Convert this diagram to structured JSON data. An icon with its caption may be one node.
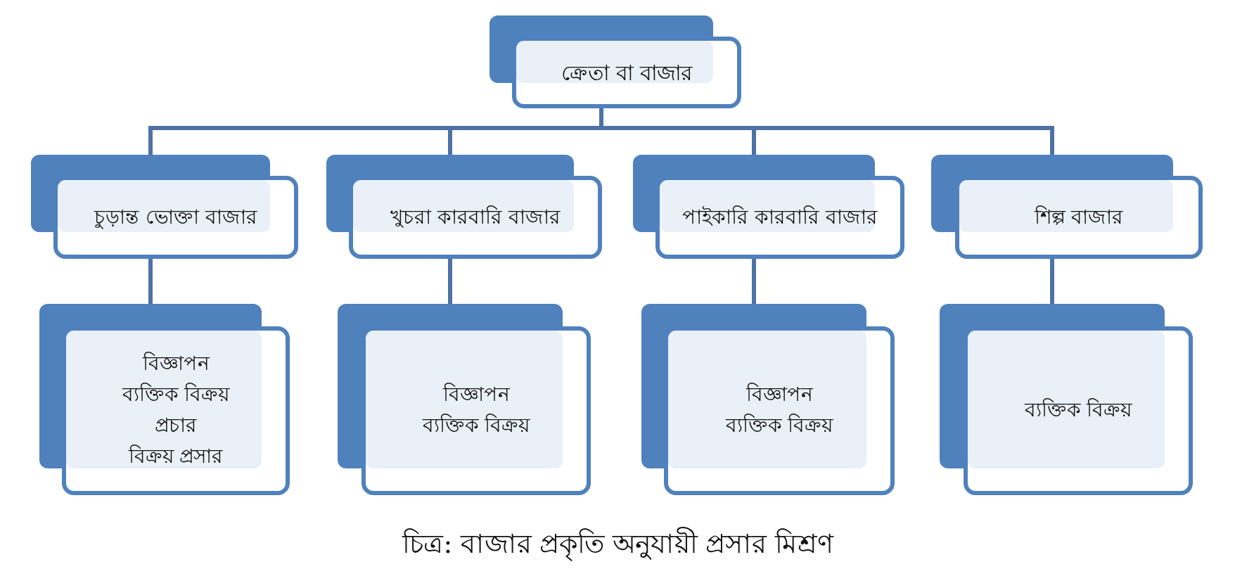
{
  "diagram": {
    "caption": "চিত্র: বাজার প্রকৃতি অনুযায়ী প্রসার মিশ্রণ",
    "nodes": [
      {
        "text": [
          "ক্রেতা বা বাজার"
        ]
      },
      {
        "text": [
          "চুড়ান্ত ভোক্তা বাজার"
        ]
      },
      {
        "text": [
          "খুচরা কারবারি বাজার"
        ]
      },
      {
        "text": [
          "পাইকারি কারবারি বাজার"
        ]
      },
      {
        "text": [
          "শিল্প বাজার"
        ]
      },
      {
        "text": [
          "বিজ্ঞাপন",
          "ব্যক্তিক বিক্রয়",
          "প্রচার",
          "বিক্রয় প্রসার"
        ]
      },
      {
        "text": [
          "বিজ্ঞাপন",
          "ব্যক্তিক বিক্রয়"
        ]
      },
      {
        "text": [
          "বিজ্ঞাপন",
          "ব্যক্তিক বিক্রয়"
        ]
      },
      {
        "text": [
          "ব্যক্তিক বিক্রয়"
        ]
      }
    ],
    "edges": [
      {
        "from": 0,
        "to": 1,
        "arrow": "none"
      },
      {
        "from": 0,
        "to": 2,
        "arrow": "none"
      },
      {
        "from": 0,
        "to": 3,
        "arrow": "none"
      },
      {
        "from": 0,
        "to": 4,
        "arrow": "none"
      },
      {
        "from": 1,
        "to": 5,
        "arrow": "none"
      },
      {
        "from": 2,
        "to": 6,
        "arrow": "none"
      },
      {
        "from": 3,
        "to": 7,
        "arrow": "none"
      },
      {
        "from": 4,
        "to": 8,
        "arrow": "none"
      }
    ]
  }
}
